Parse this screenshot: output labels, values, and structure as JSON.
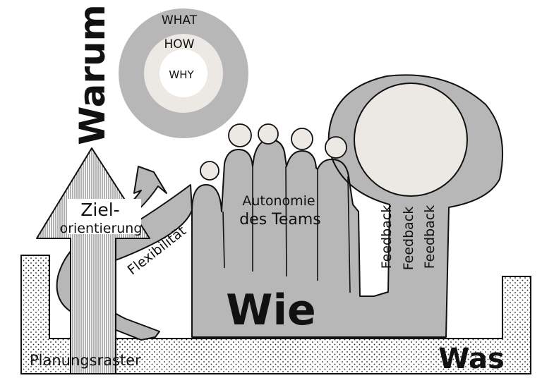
{
  "colors": {
    "gray": "#b7b7b7",
    "light": "#ece9e4",
    "outline": "#111111",
    "background": "#ffffff"
  },
  "circles": {
    "outer": "WHAT",
    "middle": "HOW",
    "inner": "WHY"
  },
  "labels": {
    "warum": "Warum",
    "ziel_line1": "Ziel-",
    "ziel_line2": "orientierung",
    "flexibilitaet": "Flexibilität",
    "autonomie_line1": "Autonomie",
    "autonomie_line2": "des Teams",
    "feedback_1": "Feedback",
    "feedback_2": "Feedback",
    "feedback_3": "Feedback",
    "wie": "Wie",
    "was": "Was",
    "planungsraster": "Planungsraster"
  }
}
